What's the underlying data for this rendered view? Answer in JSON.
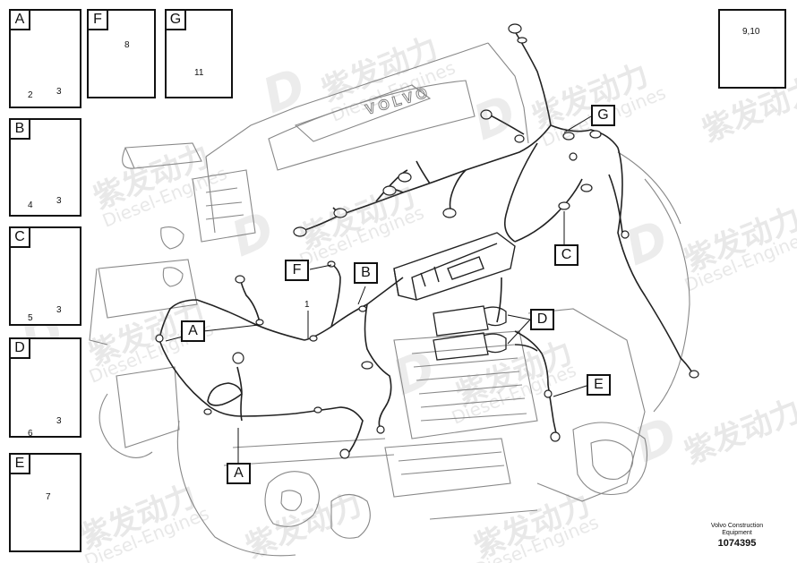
{
  "detail_panels": [
    {
      "letter": "A",
      "parts": [
        "2",
        "3"
      ]
    },
    {
      "letter": "B",
      "parts": [
        "4",
        "3"
      ]
    },
    {
      "letter": "C",
      "parts": [
        "5",
        "3"
      ]
    },
    {
      "letter": "D",
      "parts": [
        "6",
        "3"
      ]
    },
    {
      "letter": "E",
      "parts": [
        "7"
      ]
    },
    {
      "letter": "F",
      "parts": [
        "8"
      ]
    },
    {
      "letter": "G",
      "parts": [
        "11"
      ]
    }
  ],
  "cable_tie_panel": {
    "parts": "9,10"
  },
  "callouts": {
    "a_left": "A",
    "a_bottom": "A",
    "b": "B",
    "c": "C",
    "d": "D",
    "e": "E",
    "f": "F",
    "g": "G",
    "harness_item": "1"
  },
  "engine_cover_text": "VOLVO",
  "watermark": {
    "chinese": "紫发动力",
    "english": "Diesel-Engines"
  },
  "footer": {
    "line1": "Volvo Construction",
    "line2": "Equipment",
    "drawing_id": "1074395"
  }
}
